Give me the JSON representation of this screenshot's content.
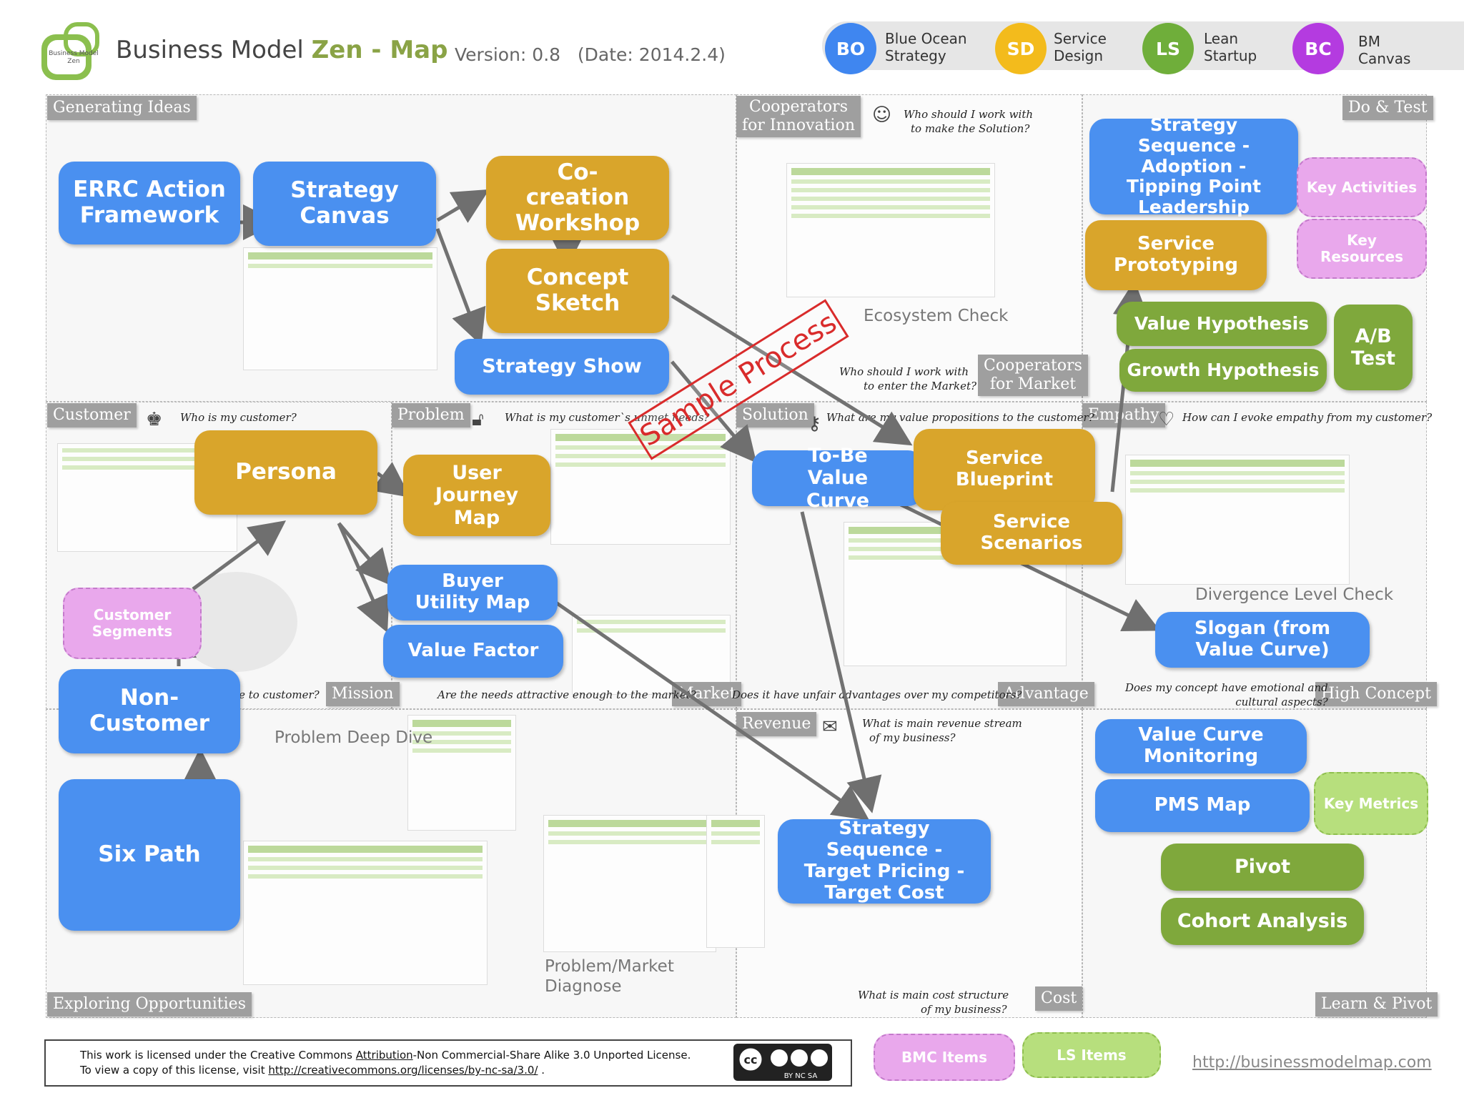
{
  "header": {
    "logo_text": "Business Model Zen",
    "title_prefix": "Business Model ",
    "title_zen": "Zen - Map",
    "version": "Version: 0.8",
    "date": "(Date: 2014.2.4)"
  },
  "legend": [
    {
      "abbr": "BO",
      "line1": "Blue Ocean",
      "line2": "Strategy",
      "color": "#3f86f0"
    },
    {
      "abbr": "SD",
      "line1": "Service",
      "line2": "Design",
      "color": "#f3bb1c"
    },
    {
      "abbr": "LS",
      "line1": "Lean",
      "line2": "Startup",
      "color": "#6fae3a"
    },
    {
      "abbr": "BC",
      "line1": "BM",
      "line2": "Canvas",
      "color": "#b43be0"
    }
  ],
  "sections": {
    "generating_ideas": "Generating Ideas",
    "coop_innovation_1": "Cooperators",
    "coop_innovation_2": "for Innovation",
    "do_test": "Do & Test",
    "coop_market_1": "Cooperators",
    "coop_market_2": "for Market",
    "customer": "Customer",
    "problem": "Problem",
    "solution": "Solution",
    "empathy": "Empathy",
    "mission": "Mission",
    "market": "Market",
    "advantage": "Advantage",
    "high_concept": "High Concept",
    "revenue": "Revenue",
    "exploring": "Exploring Opportunities",
    "cost": "Cost",
    "learn_pivot": "Learn & Pivot"
  },
  "questions": {
    "coop_innovation": [
      "Who should I work with",
      "to make the Solution?"
    ],
    "coop_market": [
      "Who should I work with",
      "to enter the Market?"
    ],
    "customer": "Who is my customer?",
    "problem": "What is my customer`s  unmet needs?",
    "solution": "What are my value propositions to the customer?",
    "empathy": "How can I evoke empathy from my customer?",
    "mission": "What is my promise to customer?",
    "market": "Are the needs attractive enough to the market?",
    "advantage": "Does it have unfair advantages over my competitors?",
    "high_concept": [
      "Does my concept have emotional and",
      "cultural aspects?"
    ],
    "revenue": [
      "What is main revenue stream",
      "of my business?"
    ],
    "cost": [
      "What is main cost structure",
      "of my business?"
    ]
  },
  "boxes": {
    "errc": "ERRC Action Framework",
    "strategy_canvas": "Strategy Canvas",
    "cocreation": "Co-creation Workshop",
    "concept_sketch": "Concept Sketch",
    "strategy_show": "Strategy Show",
    "ss_adoption": "Strategy Sequence - Adoption - Tipping Point Leadership",
    "key_activities": "Key Activities",
    "service_prototyping": "Service Prototyping",
    "key_resources": "Key Resources",
    "value_hypothesis": "Value Hypothesis",
    "growth_hypothesis": "Growth Hypothesis",
    "ab_test": "A/B Test",
    "persona": "Persona",
    "user_journey": "User Journey Map",
    "buyer_utility": "Buyer Utility Map",
    "value_factor": "Value Factor",
    "customer_segments": "Customer Segments",
    "to_be": "To-Be Value Curve",
    "service_blueprint": "Service Blueprint",
    "service_scenarios": "Service Scenarios",
    "slogan": "Slogan (from Value Curve)",
    "non_customer": "Non-Customer",
    "six_path": "Six Path",
    "ss_pricing": "Strategy Sequence - Target Pricing - Target Cost",
    "vc_monitoring": "Value Curve Monitoring",
    "pms_map": "PMS Map",
    "key_metrics": "Key Metrics",
    "pivot": "Pivot",
    "cohort": "Cohort Analysis",
    "bmc_items": "BMC Items",
    "ls_items": "LS Items"
  },
  "captions": {
    "ecosystem_check": "Ecosystem Check",
    "divergence": "Divergence Level Check",
    "problem_deep_dive": "Problem Deep Dive",
    "problem_market": "Problem/Market Diagnose"
  },
  "stamp": "Sample Process",
  "footer": {
    "line1_a": "This work is licensed under the Creative Commons ",
    "line1_b": "Attribution",
    "line1_c": "-Non Commercial-Share Alike 3.0 Unported License.",
    "line2_a": "To view a copy of this license, visit ",
    "line2_b": "http://creativecommons.org/licenses/by-nc-sa/3.0/",
    "line2_c": " .",
    "cc_badge": "cc BY NC SA",
    "site": "http://businessmodelmap.com"
  }
}
